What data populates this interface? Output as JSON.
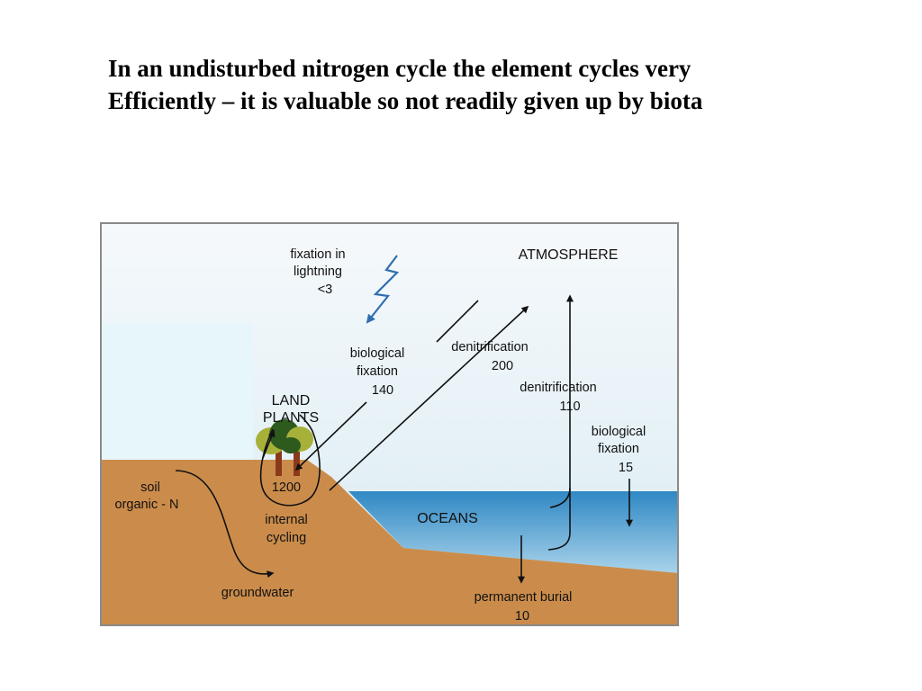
{
  "slide": {
    "title_line1": "In an undisturbed nitrogen cycle the element cycles very",
    "title_line2": "Efficiently – it is valuable so not readily given up by biota"
  },
  "diagram": {
    "labels": {
      "fixation_lightning_1": "fixation in",
      "fixation_lightning_2": "lightning",
      "fixation_lightning_value": "<3",
      "atmosphere": "ATMOSPHERE",
      "bio_fixation_land_1": "biological",
      "bio_fixation_land_2": "fixation",
      "bio_fixation_land_value": "140",
      "denitrification_land": "denitrification",
      "denitrification_land_value": "200",
      "denitrification_ocean": "denitrification",
      "denitrification_ocean_value": "110",
      "bio_fixation_ocean_1": "biological",
      "bio_fixation_ocean_2": "fixation",
      "bio_fixation_ocean_value": "15",
      "land_plants_1": "LAND",
      "land_plants_2": "PLANTS",
      "plants_pool_value": "1200",
      "soil_1": "soil",
      "soil_2": "organic - N",
      "internal_cycling_1": "internal",
      "internal_cycling_2": "cycling",
      "oceans": "OCEANS",
      "groundwater": "groundwater",
      "permanent_burial": "permanent burial",
      "permanent_burial_value": "10"
    },
    "colors": {
      "sky_top": "#f6f9fb",
      "sky_bottom": "#d8ebf3",
      "land": "#cb8c4b",
      "ocean_top": "#2f88c4",
      "ocean_bottom": "#a9d3ea",
      "lightning": "#2f6fb0",
      "tree_dark": "#2d5a1d",
      "tree_light": "#a7b13a",
      "trunk": "#8a3a1a",
      "overlay_box": "#e6f6fb",
      "frame": "#8a8a8a"
    }
  }
}
